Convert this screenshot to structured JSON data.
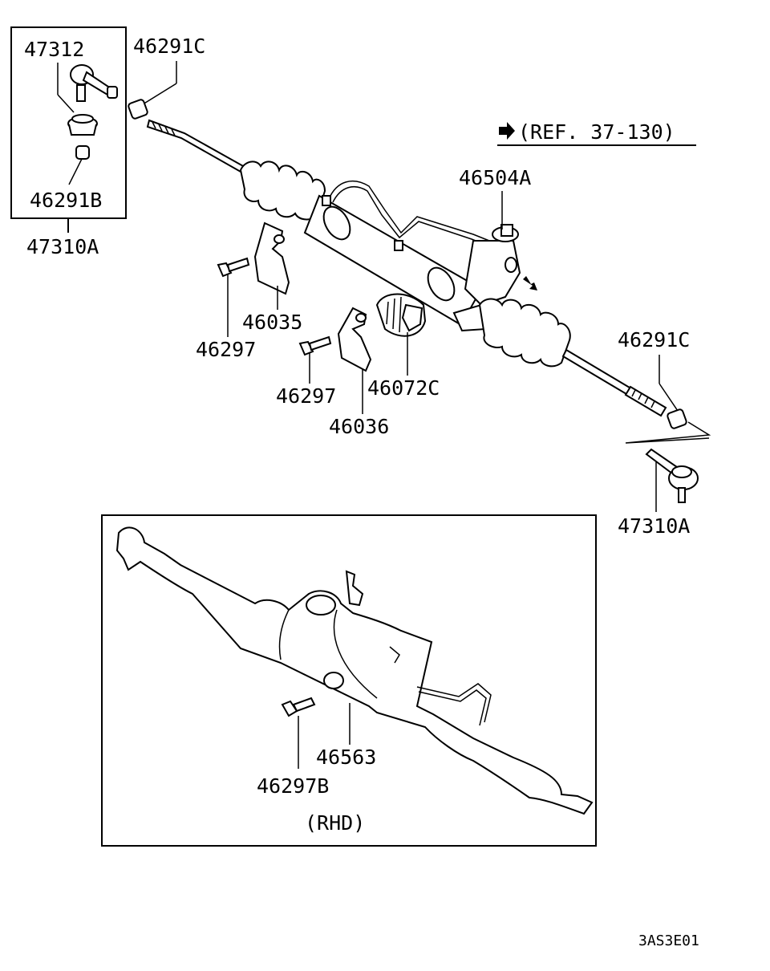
{
  "labels": {
    "p47312": "47312",
    "p46291B": "46291B",
    "p47310A_left": "47310A",
    "p46291C_top": "46291C",
    "ref": "(REF. 37-130)",
    "p46504A": "46504A",
    "p46035": "46035",
    "p46297_a": "46297",
    "p46297_b": "46297",
    "p46072C": "46072C",
    "p46036": "46036",
    "p46291C_right": "46291C",
    "p47310A_right": "47310A",
    "p46563": "46563",
    "p46297B": "46297B",
    "rhd": "(RHD)",
    "code": "3AS3E01"
  }
}
